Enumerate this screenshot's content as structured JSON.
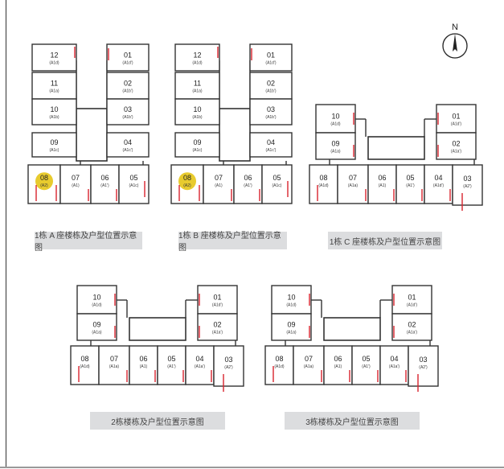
{
  "compass": {
    "label": "N"
  },
  "colors": {
    "wall": "#333333",
    "accent": "#d9232e",
    "highlight": "#e8cb2e",
    "caption_bg": "#dcdddf"
  },
  "buildings": [
    {
      "id": "1A",
      "caption": "1栋 A 座楼栋及户型位置示意图",
      "highlighted_unit": "08",
      "units": [
        {
          "no": "12",
          "type": "(A1d)"
        },
        {
          "no": "11",
          "type": "(A1a)"
        },
        {
          "no": "10",
          "type": "(A1b)"
        },
        {
          "no": "09",
          "type": "(A1c)"
        },
        {
          "no": "01",
          "type": "(A1d')"
        },
        {
          "no": "02",
          "type": "(A1b')"
        },
        {
          "no": "03",
          "type": "(A1b')"
        },
        {
          "no": "04",
          "type": "(A1c')"
        },
        {
          "no": "08",
          "type": "(A2)"
        },
        {
          "no": "07",
          "type": "(A1)"
        },
        {
          "no": "06",
          "type": "(A1')"
        },
        {
          "no": "05",
          "type": "(A1c)"
        }
      ]
    },
    {
      "id": "1B",
      "caption": "1栋 B 座楼栋及户型位置示意图",
      "highlighted_unit": "08",
      "units": [
        {
          "no": "12",
          "type": "(A1d)"
        },
        {
          "no": "11",
          "type": "(A1a)"
        },
        {
          "no": "10",
          "type": "(A1b)"
        },
        {
          "no": "09",
          "type": "(A1c)"
        },
        {
          "no": "01",
          "type": "(A1d')"
        },
        {
          "no": "02",
          "type": "(A1b')"
        },
        {
          "no": "03",
          "type": "(A1b')"
        },
        {
          "no": "04",
          "type": "(A1c')"
        },
        {
          "no": "08",
          "type": "(A2)"
        },
        {
          "no": "07",
          "type": "(A1)"
        },
        {
          "no": "06",
          "type": "(A1')"
        },
        {
          "no": "05",
          "type": "(A1c)"
        }
      ]
    },
    {
      "id": "1C",
      "caption": "1栋 C 座楼栋及户型位置示意图",
      "units": [
        {
          "no": "10",
          "type": "(A1d)"
        },
        {
          "no": "09",
          "type": "(A1a)"
        },
        {
          "no": "01",
          "type": "(A1d')"
        },
        {
          "no": "02",
          "type": "(A1a')"
        },
        {
          "no": "08",
          "type": "(A1d)"
        },
        {
          "no": "07",
          "type": "(A1a)"
        },
        {
          "no": "06",
          "type": "(A1)"
        },
        {
          "no": "05",
          "type": "(A1')"
        },
        {
          "no": "04",
          "type": "(A1d')"
        },
        {
          "no": "03",
          "type": "(A2')"
        }
      ]
    },
    {
      "id": "2",
      "caption": "2栋楼栋及户型位置示意图",
      "units": [
        {
          "no": "10",
          "type": "(A1d)"
        },
        {
          "no": "09",
          "type": "(A1a)"
        },
        {
          "no": "01",
          "type": "(A1d')"
        },
        {
          "no": "02",
          "type": "(A1a')"
        },
        {
          "no": "08",
          "type": "(A1d)"
        },
        {
          "no": "07",
          "type": "(A1a)"
        },
        {
          "no": "06",
          "type": "(A1)"
        },
        {
          "no": "05",
          "type": "(A1')"
        },
        {
          "no": "04",
          "type": "(A1a')"
        },
        {
          "no": "03",
          "type": "(A2')"
        }
      ]
    },
    {
      "id": "3",
      "caption": "3栋楼栋及户型位置示意图",
      "units": [
        {
          "no": "10",
          "type": "(A1d)"
        },
        {
          "no": "09",
          "type": "(A1a)"
        },
        {
          "no": "01",
          "type": "(A1d')"
        },
        {
          "no": "02",
          "type": "(A1a')"
        },
        {
          "no": "08",
          "type": "(A1d)"
        },
        {
          "no": "07",
          "type": "(A1a)"
        },
        {
          "no": "06",
          "type": "(A1)"
        },
        {
          "no": "05",
          "type": "(A1')"
        },
        {
          "no": "04",
          "type": "(A1a')"
        },
        {
          "no": "03",
          "type": "(A2')"
        }
      ]
    }
  ]
}
